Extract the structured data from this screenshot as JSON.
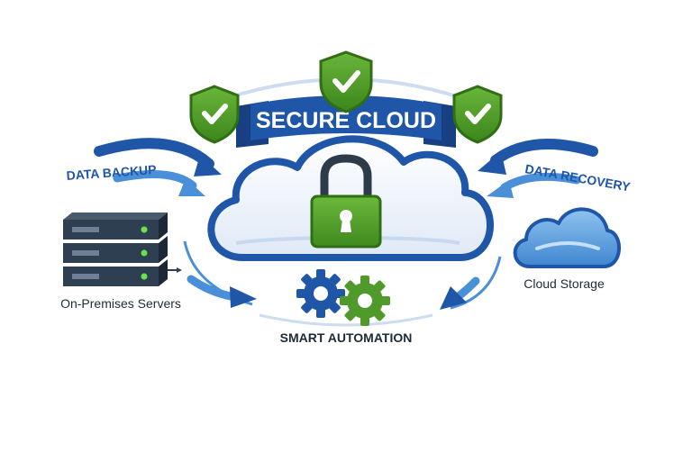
{
  "banner": {
    "title": "SECURE CLOUD"
  },
  "flows": {
    "backup_label": "DATA BACKUP",
    "recovery_label": "DATA RECOVERY"
  },
  "nodes": {
    "servers_label": "On-Premises Servers",
    "storage_label": "Cloud Storage",
    "automation_label": "SMART AUTOMATION"
  },
  "colors": {
    "brand_blue": "#1f56a8",
    "light_blue": "#4a90d9",
    "green": "#4f9a2a",
    "dark_green": "#2f6e14",
    "server_gray": "#2f3f52"
  },
  "icons": [
    "shield-check-icon",
    "padlock-icon",
    "cloud-icon",
    "server-rack-icon",
    "gear-icon"
  ]
}
